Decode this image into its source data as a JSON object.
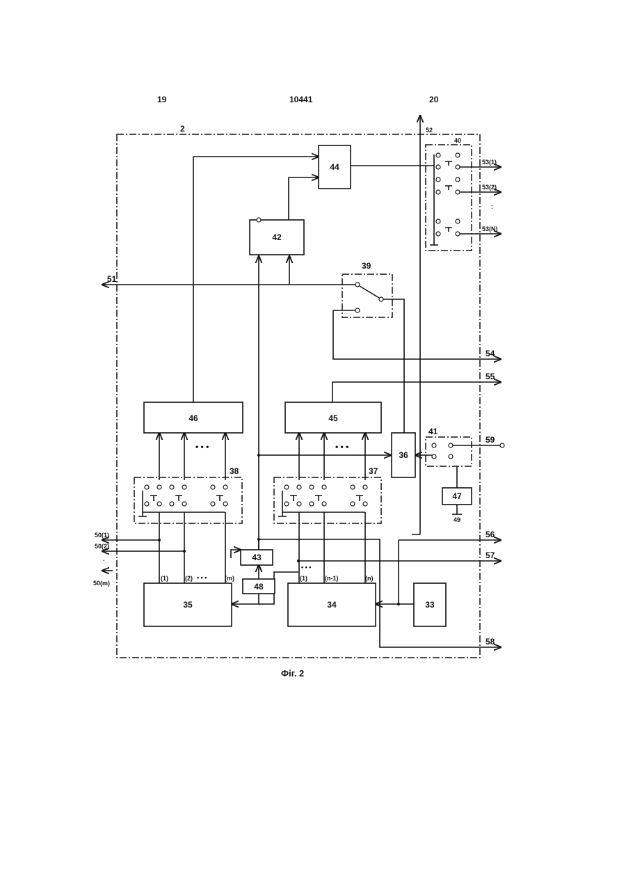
{
  "header": {
    "left": "19",
    "center": "10441",
    "right": "20"
  },
  "frame_label": "2",
  "caption": "Фіг. 2",
  "blocks": {
    "b33": "33",
    "b34": "34",
    "b35": "35",
    "b36": "36",
    "b42": "42",
    "b43": "43",
    "b44": "44",
    "b45": "45",
    "b46": "46",
    "b47": "47",
    "b48": "48"
  },
  "groups": {
    "g37": "37",
    "g38": "38",
    "g39": "39",
    "g40": "40",
    "g41": "41"
  },
  "terminals": {
    "t49": "49",
    "t50_1": "50(1)",
    "t50_2": "50(2)",
    "t50_m": "50(m)",
    "t51": "51",
    "t52": "52",
    "t53_1": "53(1)",
    "t53_2": "53(2)",
    "t53_N": "53(N)",
    "t54": "54",
    "t55": "55",
    "t56": "56",
    "t57": "57",
    "t58": "58",
    "t59": "59"
  },
  "bus_labels": {
    "b35_1": "(1)",
    "b35_2": "(2)",
    "b35_m": "(m)",
    "b34_1": "(1)",
    "b34_n1": "(n-1)",
    "b34_n": "(n)"
  },
  "ellipsis": "• • •",
  "ellipsis_small": "• • •"
}
